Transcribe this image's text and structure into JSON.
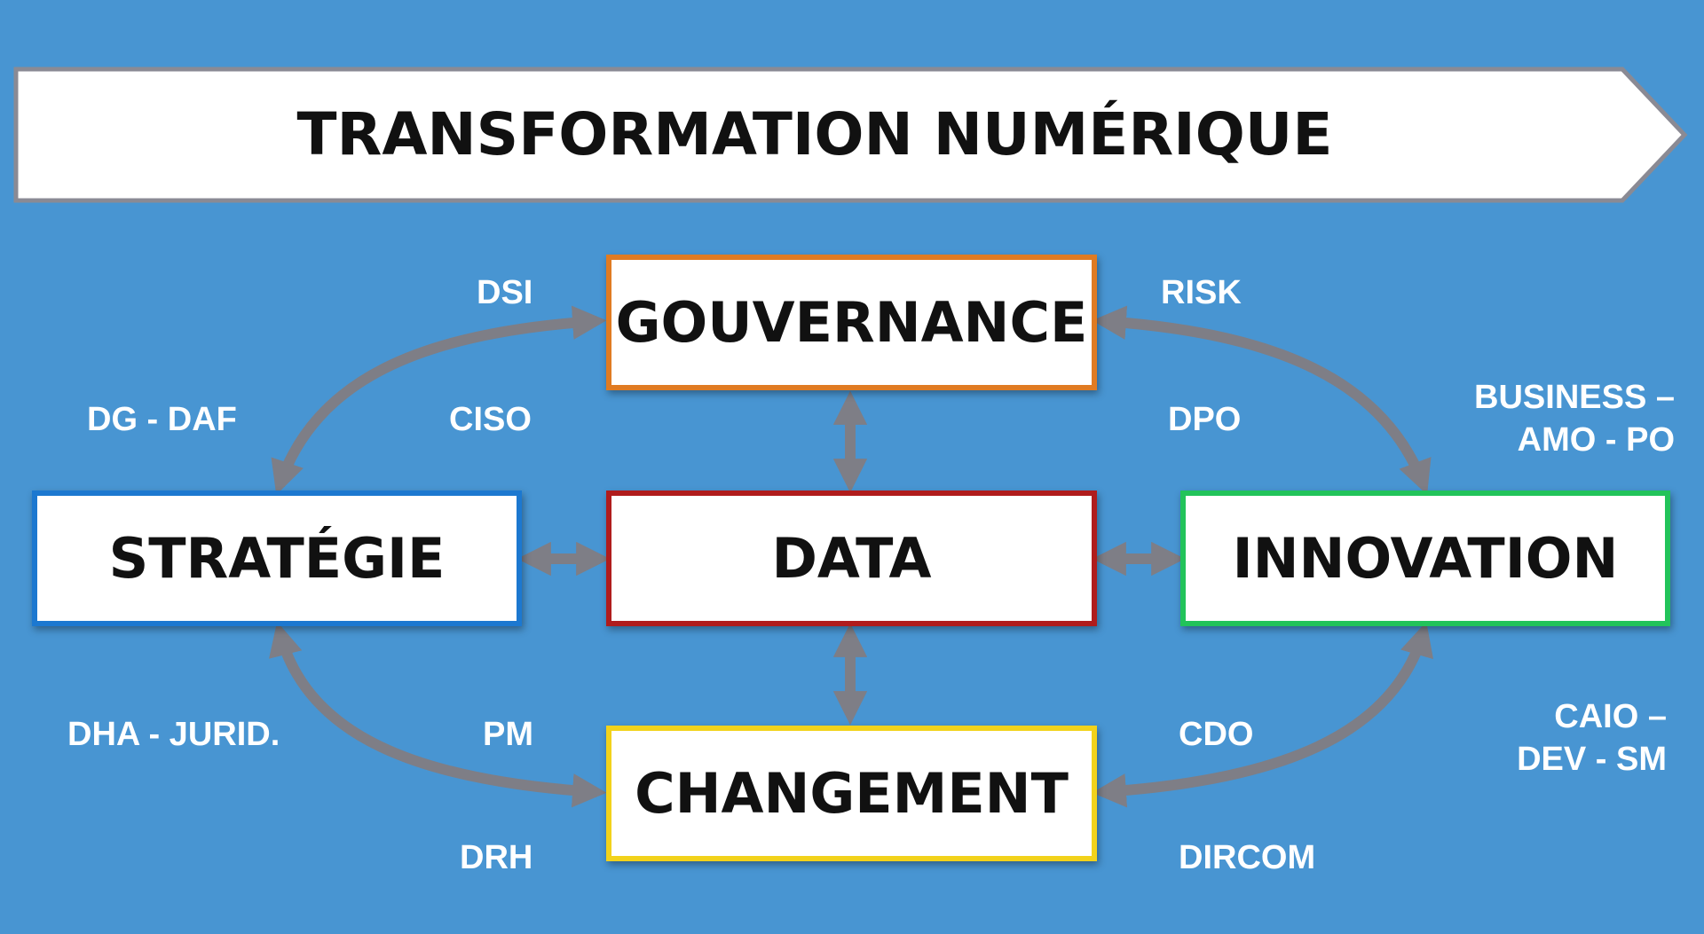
{
  "banner": {
    "title": "TRANSFORMATION NUMÉRIQUE"
  },
  "boxes": {
    "gouvernance": {
      "label": "GOUVERNANCE",
      "color": "#e07b22"
    },
    "strategie": {
      "label": "STRATÉGIE",
      "color": "#1c78d0"
    },
    "data": {
      "label": "DATA",
      "color": "#b01c1c"
    },
    "innovation": {
      "label": "INNOVATION",
      "color": "#22c35a"
    },
    "changement": {
      "label": "CHANGEMENT",
      "color": "#f2d21b"
    }
  },
  "labels": {
    "dsi": "DSI",
    "risk": "RISK",
    "dg_daf": "DG - DAF",
    "ciso": "CISO",
    "dpo": "DPO",
    "business_line1": "BUSINESS –",
    "business_line2": "AMO - PO",
    "dha_jurid": "DHA - JURID.",
    "pm": "PM",
    "cdo": "CDO",
    "caio_line1": "CAIO –",
    "caio_line2": "DEV - SM",
    "drh": "DRH",
    "dircom": "DIRCOM"
  },
  "colors": {
    "background": "#4895d2",
    "arrow": "#7e7e86",
    "banner_fill": "#ffffff",
    "banner_border": "#8a8a94",
    "label_text": "#ffffff"
  }
}
